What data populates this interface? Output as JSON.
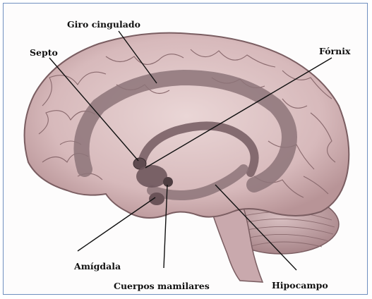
{
  "labels": {
    "giro_cingulado": "Giro cingulado",
    "septo": "Septo",
    "fornix": "Fórnix",
    "amigdala": "Amígdala",
    "cuerpos_mamilares": "Cuerpos mamilares",
    "hipocampo": "Hipocampo"
  },
  "colors": {
    "frame_border": "#6f8fbf",
    "cortex": "#d9bdbf",
    "gyri_lines": "#8a6a6e",
    "limbic": "#8d7479",
    "limbic_dark": "#5f4b50",
    "cerebellum": "#c7a9ad",
    "leader_lines": "#111111"
  }
}
